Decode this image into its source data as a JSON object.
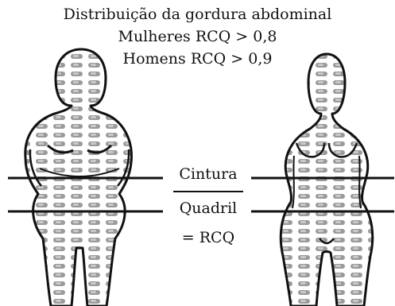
{
  "header": {
    "title": "Distribuição da gordura abdominal",
    "line_women": "Mulheres RCQ > 0,8",
    "line_men": "Homens RCQ > 0,9"
  },
  "ratio": {
    "numerator": "Cintura",
    "denominator": "Quadril",
    "result": "= RCQ"
  },
  "colors": {
    "outline": "#111111",
    "fat_pattern": "#9a9a9a",
    "background": "#ffffff"
  },
  "figures": [
    {
      "name": "male-figure",
      "body_type": "apple"
    },
    {
      "name": "female-figure",
      "body_type": "pear"
    }
  ]
}
